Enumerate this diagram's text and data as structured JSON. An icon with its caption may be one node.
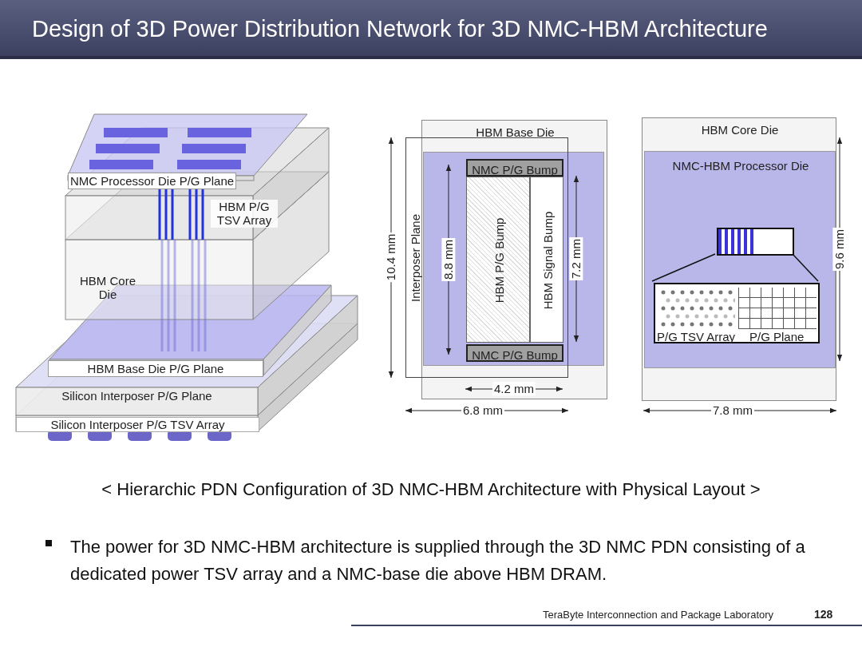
{
  "diagram": {
    "title": "Design of 3D Power Distribution Network for 3D NMC-HBM Architecture",
    "caption": "< Hierarchic PDN Configuration of 3D NMC-HBM Architecture with Physical Layout >",
    "nodes": [
      {
        "text": [
          "HBM Base Die"
        ]
      },
      {
        "text": [
          "Interposer Plane"
        ]
      },
      {
        "text": [
          "NMC P/G Bump"
        ],
        "in": 1
      },
      {
        "text": [
          "HBM P/G Bump"
        ],
        "in": 1
      },
      {
        "text": [
          "HBM Signal Bump"
        ],
        "in": 1
      },
      {
        "text": [
          "NMC P/G Bump"
        ],
        "in": 1
      },
      {
        "text": [
          "HBM Core Die"
        ]
      },
      {
        "text": [
          "NMC-HBM Processor Die"
        ],
        "in": 6
      },
      {
        "text": [],
        "shape": "box",
        "in": 7
      },
      {
        "text": [
          "P/G TSV Array",
          "P/G Plane"
        ],
        "in": 7
      }
    ],
    "edges": [
      {
        "from": 8,
        "to": 9,
        "arrow": "none"
      },
      {
        "from": 8,
        "to": 9,
        "arrow": "none"
      }
    ],
    "labels": [
      "NMC Processor Die P/G Plane",
      "HBM P/G TSV Array",
      "HBM Core Die",
      "HBM Base Die P/G Plane",
      "Silicon Interposer P/G Plane",
      "Silicon Interposer P/G TSV Array",
      "10.4 mm",
      "8.8 mm",
      "7.2 mm",
      "4.2 mm",
      "6.8 mm",
      "9.6 mm",
      "7.8 mm",
      "The power for 3D NMC-HBM architecture is supplied through the 3D NMC PDN consisting of a dedicated power TSV array and a NMC-base die above HBM DRAM.",
      "TeraByte Interconnection and Package Laboratory",
      "128"
    ]
  }
}
